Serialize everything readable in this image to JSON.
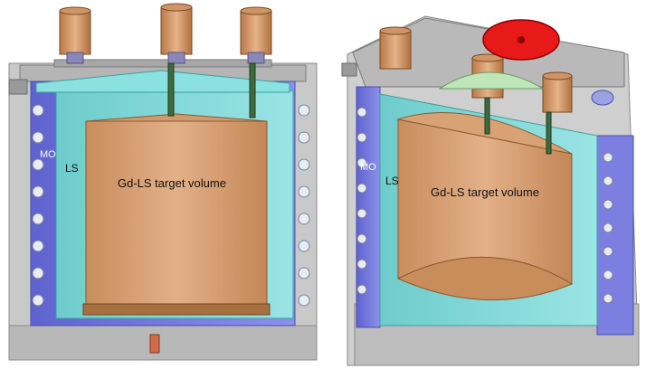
{
  "panels": {
    "left": {
      "labels": {
        "mo": "MO",
        "ls": "LS",
        "target": "Gd-LS target volume"
      }
    },
    "right": {
      "labels": {
        "mo": "MO",
        "ls": "LS",
        "target": "Gd-LS target volume"
      }
    }
  },
  "colors": {
    "steel_grey": "#c9c9c9",
    "steel_dark": "#9a9a9a",
    "mineral_oil_blue": "#7c7fe0",
    "ls_cyan": "#7fd7d7",
    "acrylic_copper": "#d9a47a",
    "acrylic_dark": "#a8703f",
    "pmt_white": "#e8ecf4",
    "lid_red": "#e81919",
    "lid_green": "#bfe6b8"
  }
}
